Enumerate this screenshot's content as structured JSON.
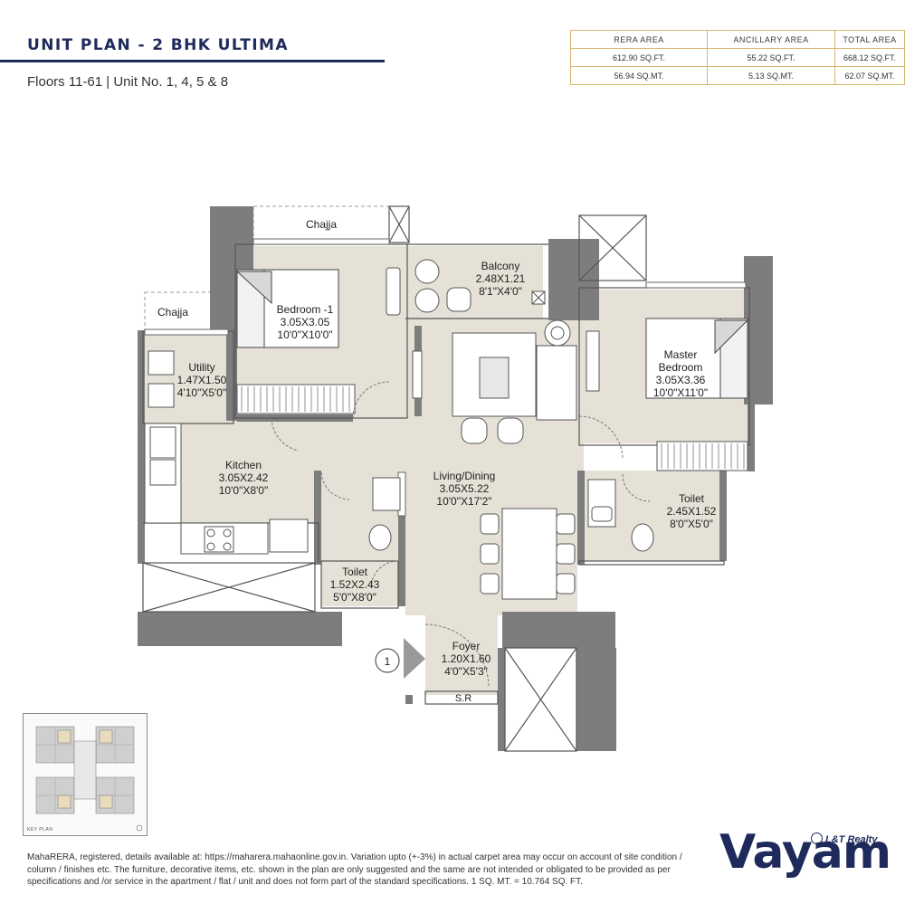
{
  "header": {
    "title": "UNIT PLAN - 2 BHK ULTIMA",
    "subtitle": "Floors 11-61  |  Unit No. 1, 4, 5 & 8"
  },
  "area_table": {
    "headers": [
      "RERA AREA",
      "ANCILLARY AREA",
      "TOTAL AREA"
    ],
    "sqft": [
      "612.90 SQ.FT.",
      "55.22 SQ.FT.",
      "668.12 SQ.FT."
    ],
    "sqmt": [
      "56.94 SQ.MT.",
      "5.13 SQ.MT.",
      "62.07 SQ.MT."
    ],
    "border_color": "#d7b56e"
  },
  "rooms": {
    "chajja_top": "Chajja",
    "chajja_left": "Chajja",
    "balcony": {
      "name": "Balcony",
      "metric": "2.48X1.21",
      "imperial": "8'1\"X4'0\""
    },
    "bedroom1": {
      "name": "Bedroom -1",
      "metric": "3.05X3.05",
      "imperial": "10'0\"X10'0\""
    },
    "master": {
      "name": "Master",
      "name2": "Bedroom",
      "metric": "3.05X3.36",
      "imperial": "10'0\"X11'0\""
    },
    "utility": {
      "name": "Utility",
      "metric": "1.47X1.50",
      "imperial": "4'10\"X5'0\""
    },
    "kitchen": {
      "name": "Kitchen",
      "metric": "3.05X2.42",
      "imperial": "10'0\"X8'0\""
    },
    "living": {
      "name": "Living/Dining",
      "metric": "3.05X5.22",
      "imperial": "10'0\"X17'2\""
    },
    "toilet1": {
      "name": "Toilet",
      "metric": "1.52X2.43",
      "imperial": "5'0\"X8'0\""
    },
    "toilet2": {
      "name": "Toilet",
      "metric": "2.45X1.52",
      "imperial": "8'0\"X5'0\""
    },
    "foyer": {
      "name": "Foyer",
      "metric": "1.20X1.60",
      "imperial": "4'0\"X5'3\""
    },
    "sr": "S.R",
    "entry_number": "1"
  },
  "colors": {
    "floor": "#e5e1d6",
    "wall": "#7d7d7d",
    "wall_light": "#b9b9b9",
    "brand_navy": "#1f2a5c"
  },
  "key_plan": {
    "label": "KEY PLAN"
  },
  "disclaimer": "MahaRERA, registered, details available at: https://maharera.mahaonline.gov.in. Variation upto (+-3%) in actual carpet area may occur on account of site condition / column / finishes etc. The furniture, decorative items, etc. shown in the plan are only suggested and the same are not intended or obligated to be provided as per specifications and /or service in the apartment / flat / unit and does not form part of the standard specifications. 1 SQ. MT. = 10.764 SQ. FT.",
  "brand": {
    "developer": "L&T Realty",
    "project": "Vayam"
  }
}
